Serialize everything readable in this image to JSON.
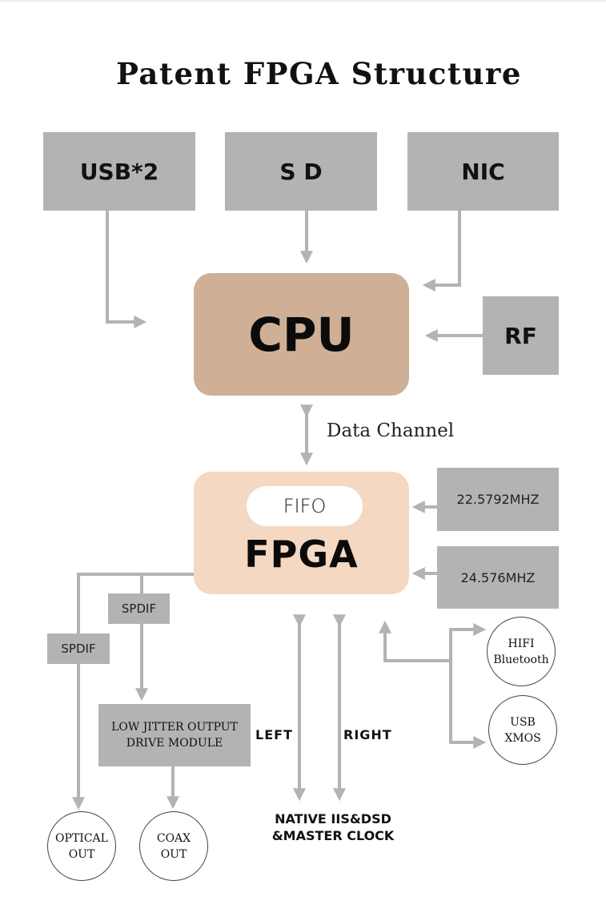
{
  "title": "Patent FPGA Structure",
  "colors": {
    "gray_box": "#b3b3b3",
    "connector": "#b3b3b3",
    "cpu": "#cfb096",
    "fpga": "#f5d8c1",
    "fifo": "#ffffff",
    "circle_border": "#444444"
  },
  "inputs": {
    "usb": "USB*2",
    "sd": "S D",
    "nic": "NIC",
    "rf": "RF"
  },
  "cpu": {
    "label": "CPU"
  },
  "data_channel": {
    "label": "Data Channel"
  },
  "fpga": {
    "label": "FPGA",
    "fifo_label": "FIFO"
  },
  "clocks": [
    "22.5792MHZ",
    "24.576MHZ"
  ],
  "outputs": {
    "spdif_left": "SPDIF",
    "spdif_right": "SPDIF",
    "low_jitter_module": [
      "LOW JITTER OUTPUT",
      "DRIVE MODULE"
    ],
    "optical_out": [
      "OPTICAL",
      "OUT"
    ],
    "coax_out": [
      "COAX",
      "OUT"
    ],
    "left": "LEFT",
    "right": "RIGHT",
    "native": [
      "NATIVE IIS&DSD",
      "&MASTER CLOCK"
    ],
    "hifi_bluetooth": [
      "HIFI",
      "Bluetooth"
    ],
    "usb_xmos": [
      "USB",
      "XMOS"
    ]
  }
}
